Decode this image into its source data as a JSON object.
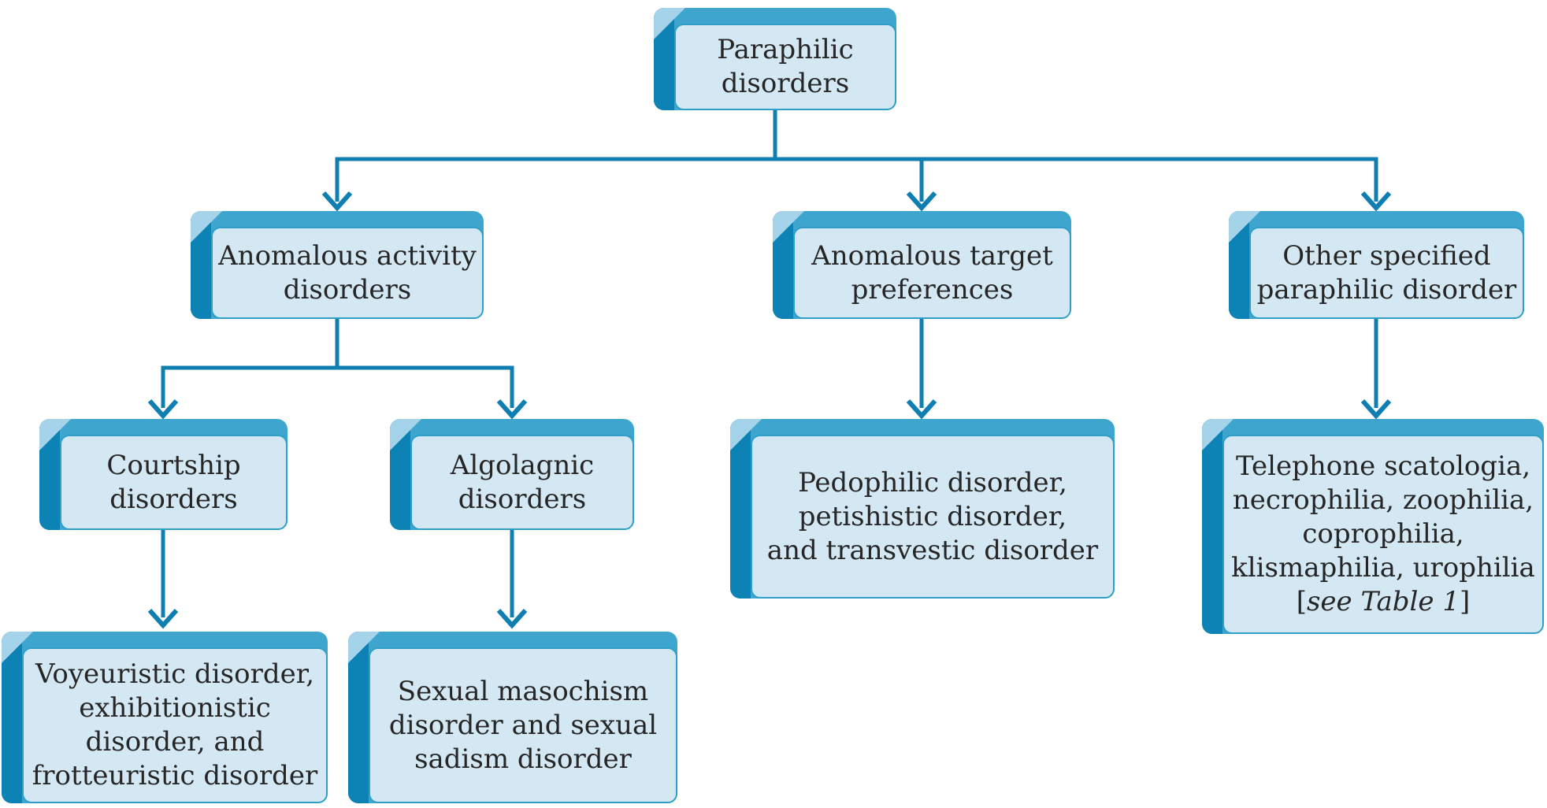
{
  "diagram": {
    "type": "flowchart",
    "colors": {
      "line": "#0f7fb2",
      "band_top": "#3ea5ce",
      "band_left": "#0d82b5",
      "bevel": "#a5d3e9",
      "face": "#d4e8f4",
      "face_border": "#2f9fc9",
      "text": "#262626",
      "bg": "#ffffff"
    },
    "nodes": {
      "root": {
        "label": "Paraphilic\ndisorders"
      },
      "activity": {
        "label": "Anomalous activity\ndisorders"
      },
      "target": {
        "label": "Anomalous target\npreferences"
      },
      "other": {
        "label": "Other specified\nparaphilic disorder"
      },
      "courtship": {
        "label": "Courtship\ndisorders"
      },
      "algolagnic": {
        "label": "Algolagnic\ndisorders"
      },
      "voyeuristic": {
        "label": "Voyeuristic disorder,\nexhibitionistic\ndisorder, and\nfrotteuristic disorder"
      },
      "masochism": {
        "label": "Sexual masochism\ndisorder and sexual\nsadism disorder"
      },
      "pedophilic": {
        "label": "Pedophilic disorder,\npetishistic disorder,\nand transvestic disorder"
      },
      "telephone": {
        "label": "Telephone scatologia,\nnecrophilia, zoophilia,\ncoprophilia,\nklismaphilia, urophilia",
        "note_open": "[",
        "note_italic": "see Table 1",
        "note_close": "]"
      }
    },
    "edges": [
      "root -> activity",
      "root -> target",
      "root -> other",
      "activity -> courtship",
      "activity -> algolagnic",
      "courtship -> voyeuristic",
      "algolagnic -> masochism",
      "target -> pedophilic",
      "other -> telephone"
    ]
  }
}
